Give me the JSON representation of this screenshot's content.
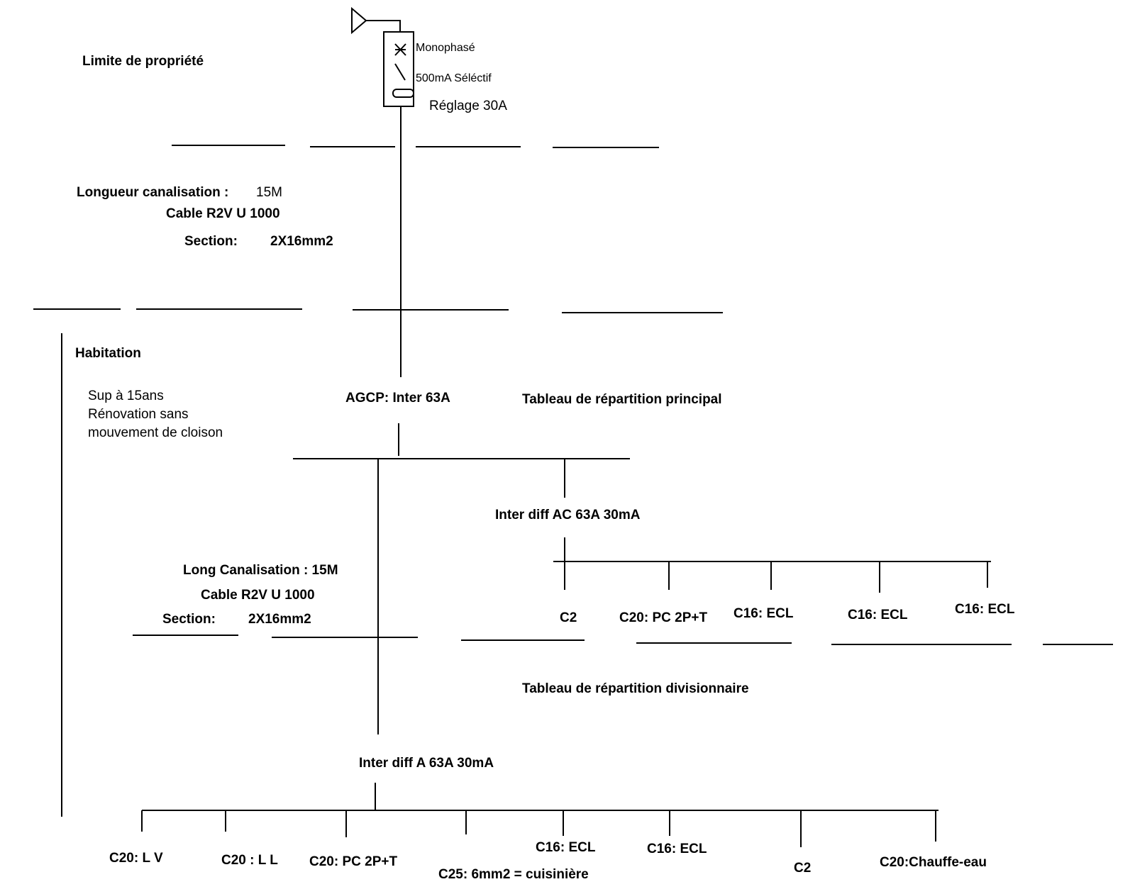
{
  "top_labels": {
    "property_limit": "Limite de propriété",
    "phase": "Monophasé",
    "sensitivity": "500mA Séléctif",
    "setting": "Réglage 30A"
  },
  "cable1": {
    "length_label": "Longueur canalisation :",
    "length_value": "15M",
    "cable": "Cable R2V U 1000",
    "section_label": "Section:",
    "section_value": "2X16mm2"
  },
  "habitation": {
    "title": "Habitation",
    "notes": "Sup à 15ans\nRénovation sans\nmouvement de cloison"
  },
  "main_board": {
    "agcp": "AGCP: Inter 63A",
    "title": "Tableau de répartition principal"
  },
  "ac_branch": {
    "diff": "Inter diff  AC 63A 30mA",
    "circuits": [
      "C2",
      "C20: PC 2P+T",
      "C16: ECL",
      "C16: ECL",
      "C16: ECL"
    ]
  },
  "cable2": {
    "length": "Long  Canalisation : 15M",
    "cable": "Cable R2V U 1000",
    "section_label": "Section:",
    "section_value": "2X16mm2"
  },
  "sub_board": {
    "title": "Tableau de répartition divisionnaire",
    "diff": "Inter diff A  63A 30mA",
    "circuits": [
      "C20: L V",
      "C20 : L L",
      "C20: PC 2P+T",
      "C25: 6mm2 = cuisinière",
      "C16: ECL",
      "C16: ECL",
      "C2",
      "C20:Chauffe-eau"
    ]
  }
}
